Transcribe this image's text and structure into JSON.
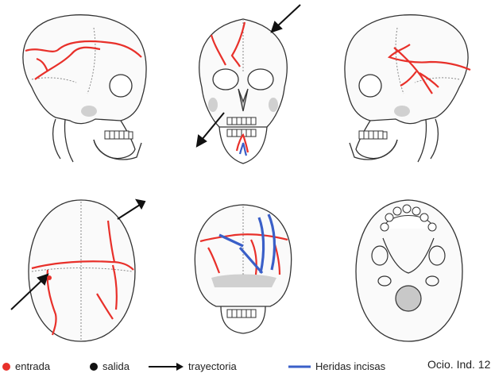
{
  "legend": {
    "entry_label": "entrada",
    "exit_label": "salida",
    "trajectory_label": "trayectoria",
    "incised_label": "Heridas incisas"
  },
  "case_label": "Ocio. Ind. 12",
  "colors": {
    "fracture_line": "#e8302a",
    "incised_wound": "#3a5fc8",
    "entry_marker": "#e8302a",
    "exit_marker": "#111111",
    "bone_outline": "#333333",
    "bone_shading": "#d0d0d0"
  },
  "icons": {
    "entry": "red-dot-icon",
    "exit": "black-dot-icon",
    "trajectory": "arrow-right-icon",
    "incised": "blue-line-icon"
  }
}
